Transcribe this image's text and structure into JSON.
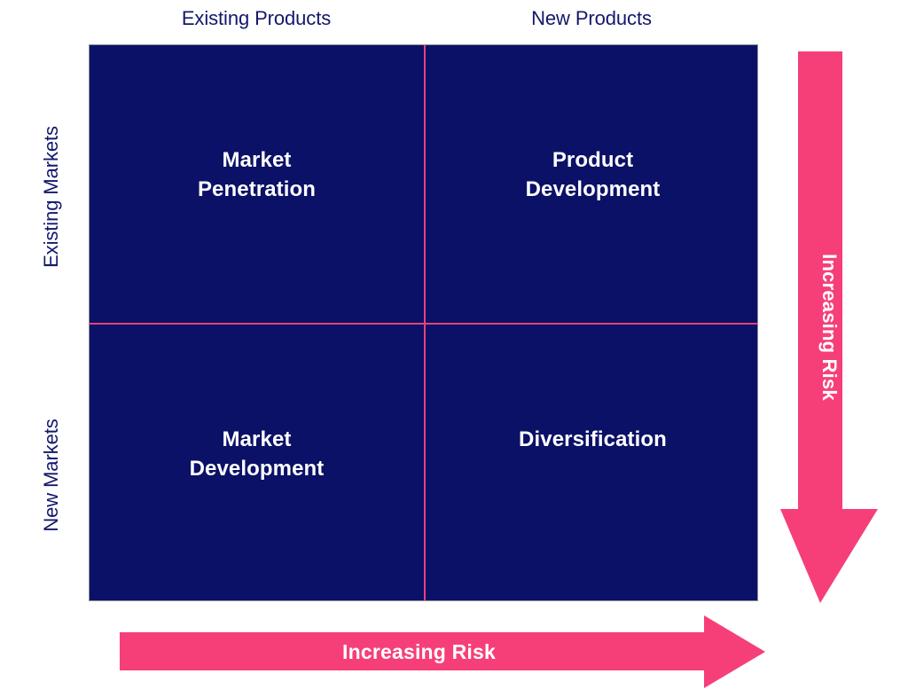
{
  "diagram": {
    "type": "ansoff-matrix",
    "colors": {
      "matrix_fill": "#0B1166",
      "divider": "#E8417C",
      "arrow": "#F63F78",
      "header_text": "#13186B",
      "quadrant_text": "#FFFFFF"
    },
    "column_headers": [
      {
        "label": "Existing Products"
      },
      {
        "label": "New Products"
      }
    ],
    "row_headers": [
      {
        "label": "Existing Markets"
      },
      {
        "label": "New Markets"
      }
    ],
    "quadrants": [
      {
        "label": "Market\nPenetration",
        "row": "Existing Markets",
        "column": "Existing Products"
      },
      {
        "label": "Product\nDevelopment",
        "row": "Existing Markets",
        "column": "New Products"
      },
      {
        "label": "Market\nDevelopment",
        "row": "New Markets",
        "column": "Existing Products"
      },
      {
        "label": "Diversification",
        "row": "New Markets",
        "column": "New Products"
      }
    ],
    "arrows": {
      "vertical": {
        "label": "Increasing Risk",
        "direction": "down"
      },
      "horizontal": {
        "label": "Increasing Risk",
        "direction": "right"
      }
    }
  }
}
